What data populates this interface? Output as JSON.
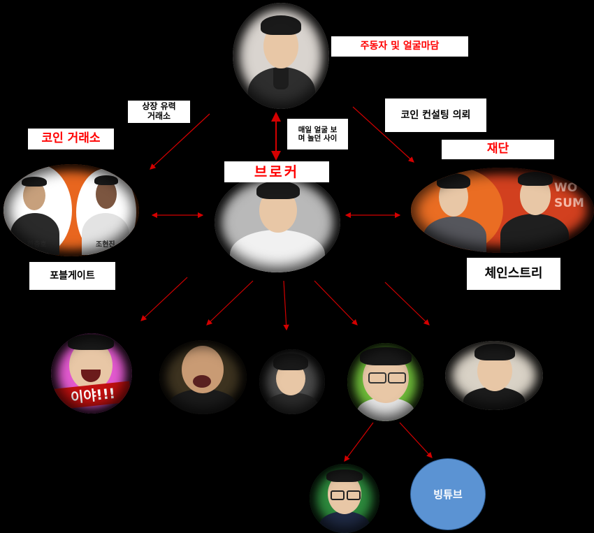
{
  "labels": {
    "top_role": "주동자 및 얼굴마담",
    "coin_consulting": "코인 컨설팅 의뢰",
    "listing": "상장 유력\n거래소",
    "daily_face": "매일 얼굴 보\n며 놀던 사이",
    "exchange": "코인 거래소",
    "foundation": "재단",
    "broker": "브로커",
    "forbolgate": "포블게이트",
    "chainstreet": "체인스트리",
    "bing_youtube": "빙튜브"
  },
  "photo_captions": {
    "left_person_1": "한충호",
    "left_person_2": "조현진"
  },
  "banner_text": {
    "left_streamer": "이야!!!",
    "foundation_banner": "WO\nSUM"
  },
  "colors": {
    "arrow": "#d40000",
    "label_red": "#ff0000",
    "bing_circle": "#5b93d3",
    "orange_bg": "#e8661f"
  }
}
